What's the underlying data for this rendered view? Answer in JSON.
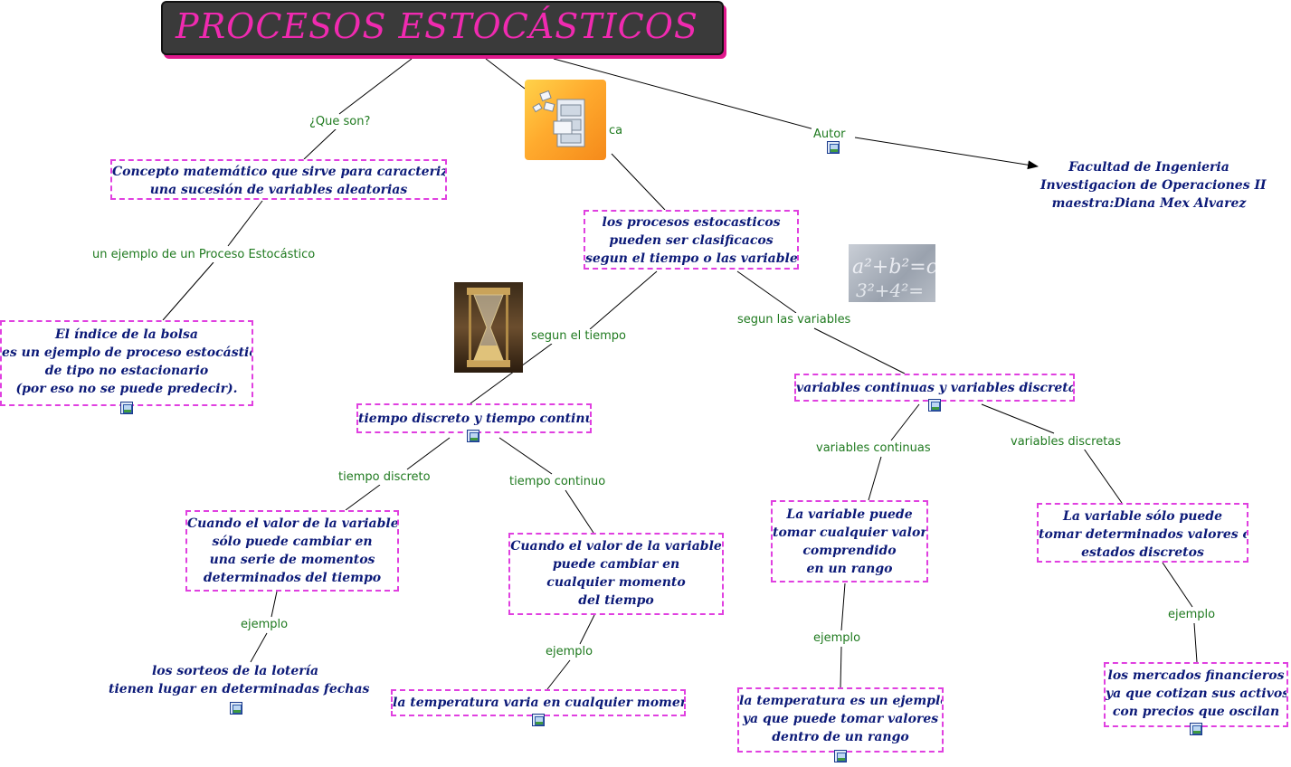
{
  "title": "PROCESOS ESTOCÁSTICOS",
  "nodes": {
    "definition": "Concepto matemático que sirve para caracterizar\nuna sucesión de variables aleatorias",
    "bolsa": "El índice de la bolsa\nes un ejemplo de proceso estocástico\nde tipo no estacionario\n(por eso no se puede predecir).",
    "clasificacion": "los procesos estocasticos\npueden ser clasificacos\nsegun el tiempo o las variables",
    "autor": "Facultad de Ingenieria\nInvestigacion de Operaciones II\nmaestra:Diana Mex Alvarez",
    "tiempo": "tiempo discreto y tiempo continuo",
    "variables": "variables continuas y variables discretas",
    "discreto_def": "Cuando el valor de la variable\nsólo puede cambiar en\nuna serie de momentos\ndeterminados del tiempo",
    "continuo_def": "Cuando el valor de la variable\npuede cambiar en\ncualquier momento\ndel tiempo",
    "var_continua_def": "La variable puede\ntomar cualquier valor\ncomprendido\nen un rango",
    "var_discreta_def": "La variable sólo puede\ntomar determinados valores o\nestados discretos",
    "loteria": "los sorteos de la lotería\ntienen lugar en determinadas fechas",
    "temperatura1": "la temperatura varia en cualquier momento",
    "temperatura2": "la temperatura es un ejemplo\nya que puede tomar valores\ndentro de un rango",
    "mercados": "los mercados financieros\nya que cotizan sus activos\ncon precios que oscilan"
  },
  "links": {
    "que_son": "¿Que son?",
    "ejemplo_proceso": "un ejemplo de un Proceso Estocástico",
    "clasifica": "ca",
    "autor": "Autor",
    "segun_tiempo": "segun el tiempo",
    "segun_variables": "segun las variables",
    "tiempo_discreto": "tiempo discreto",
    "tiempo_continuo": "tiempo continuo",
    "variables_continuas": "variables continuas",
    "variables_discretas": "variables discretas",
    "ejemplo": "ejemplo"
  },
  "icons": {
    "attached_image": "image-icon",
    "file_cabinet": "file-cabinet-icon",
    "hourglass": "hourglass-icon",
    "equations": "equations-chalkboard-icon"
  },
  "colors": {
    "title_bg": "#3a3a3a",
    "title_text": "#f02ab0",
    "node_border": "#e040e0",
    "node_text": "#0c1a78",
    "link_text": "#1f7a1f"
  }
}
